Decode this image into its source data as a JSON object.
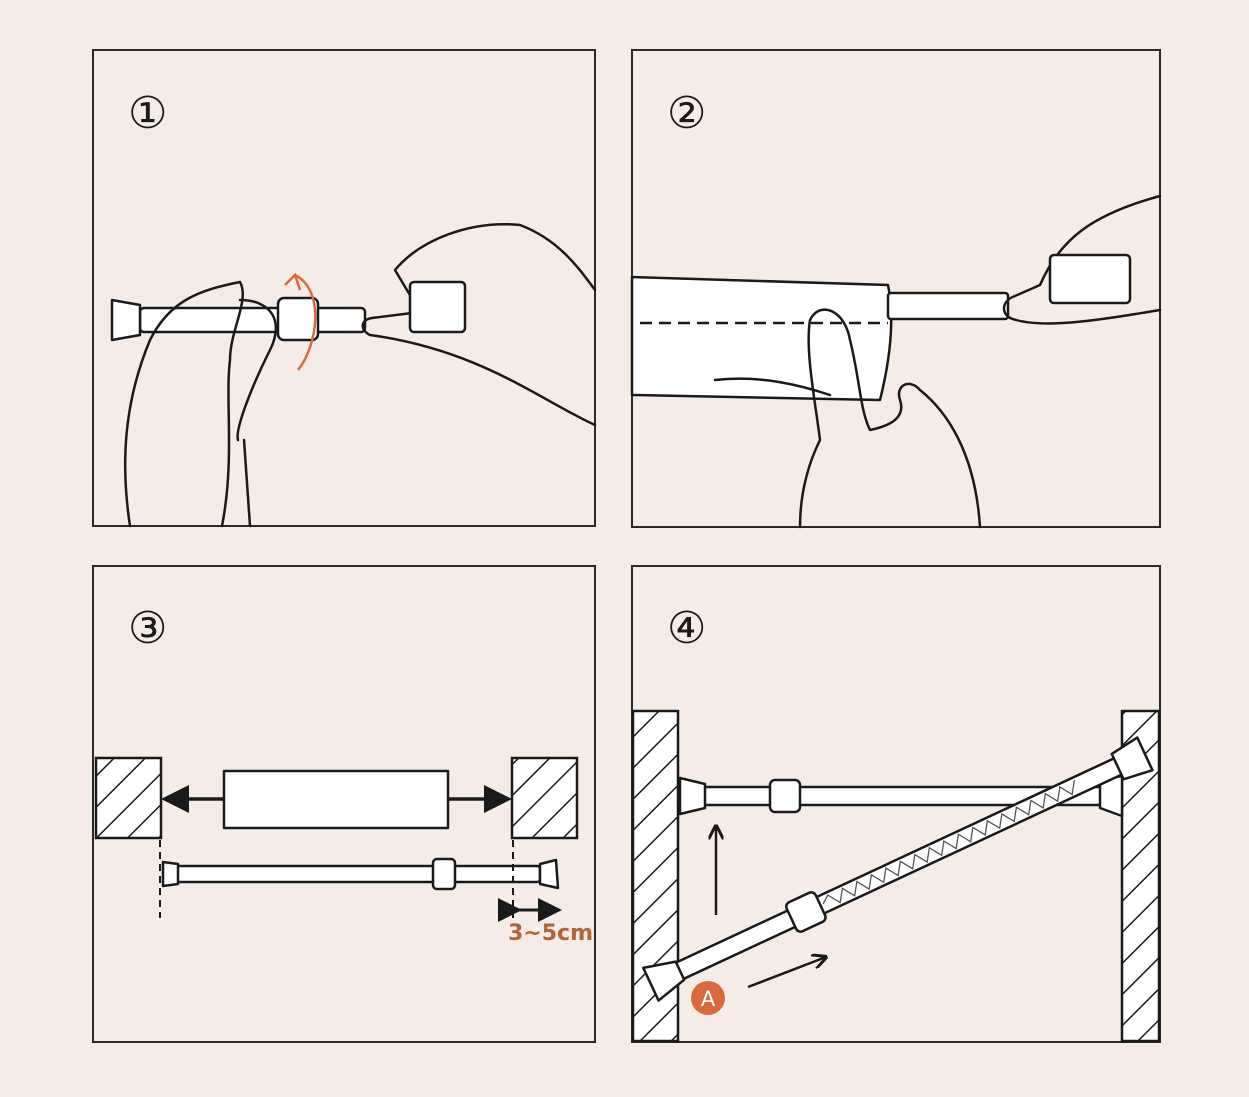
{
  "steps": [
    {
      "number": "①"
    },
    {
      "number": "②"
    },
    {
      "number": "③",
      "gap_label": "3~5cm"
    },
    {
      "number": "④",
      "marker": "A"
    }
  ],
  "colors": {
    "background": "#f5ece8",
    "accent": "#d86a3c",
    "label": "#b0643c",
    "line": "#1a1a1a"
  }
}
